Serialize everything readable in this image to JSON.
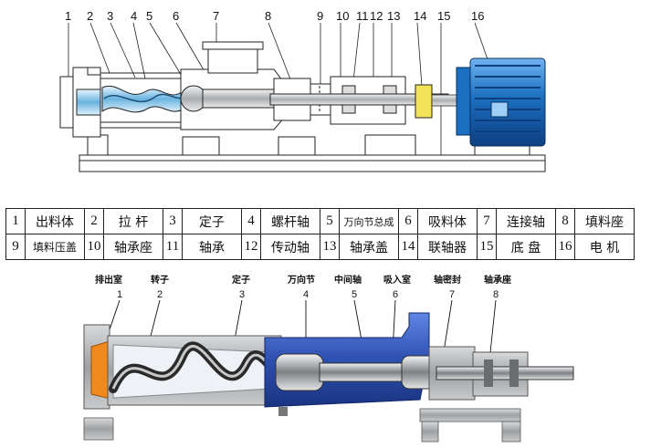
{
  "top_callouts": [
    "1",
    "2",
    "3",
    "4",
    "5",
    "6",
    "7",
    "8",
    "9",
    "10",
    "11",
    "12",
    "13",
    "14",
    "15",
    "16"
  ],
  "parts_table": [
    [
      {
        "no": "1",
        "name": "出料体"
      },
      {
        "no": "2",
        "name": "拉 杆"
      },
      {
        "no": "3",
        "name": "定子"
      },
      {
        "no": "4",
        "name": "螺杆轴"
      },
      {
        "no": "5",
        "name": "万向节总成"
      },
      {
        "no": "6",
        "name": "吸料体"
      },
      {
        "no": "7",
        "name": "连接轴"
      },
      {
        "no": "8",
        "name": "填料座"
      }
    ],
    [
      {
        "no": "9",
        "name": "填料压盖"
      },
      {
        "no": "10",
        "name": "轴承座"
      },
      {
        "no": "11",
        "name": "轴承"
      },
      {
        "no": "12",
        "name": "传动轴"
      },
      {
        "no": "13",
        "name": "轴承盖"
      },
      {
        "no": "14",
        "name": "联轴器"
      },
      {
        "no": "15",
        "name": "底 盘"
      },
      {
        "no": "16",
        "name": "电 机"
      }
    ]
  ],
  "bottom_labels": [
    {
      "name": "排出室",
      "no": "1"
    },
    {
      "name": "转子",
      "no": "2"
    },
    {
      "name": "定子",
      "no": "3"
    },
    {
      "name": "万向节",
      "no": "4"
    },
    {
      "name": "中间轴",
      "no": "5"
    },
    {
      "name": "吸入室",
      "no": "6"
    },
    {
      "name": "轴密封",
      "no": "7"
    },
    {
      "name": "轴承座",
      "no": "8"
    }
  ],
  "colors": {
    "line": "#222222",
    "blue_light": "#6ab4e0",
    "steel": "#b8bcc0",
    "motor": "#1b6fc0",
    "coupling": "#f2e25a",
    "orange": "#f08a1c",
    "cut_blue": "#2d4fb0"
  }
}
